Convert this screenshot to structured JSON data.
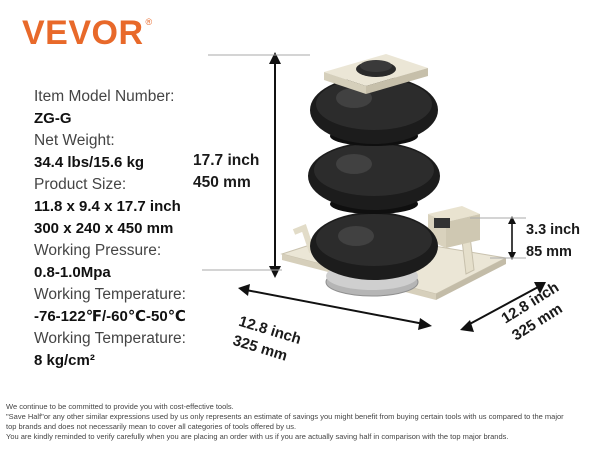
{
  "brand": {
    "name": "VEVOR",
    "mark": "®",
    "color": "#e8692a"
  },
  "specs": [
    {
      "label": "Item Model Number:",
      "value": "ZG-G"
    },
    {
      "label": "Net Weight:",
      "value": "34.4 lbs/15.6 kg"
    },
    {
      "label": "Product Size:",
      "value": "11.8 x 9.4  x 17.7 inch"
    },
    {
      "label": "",
      "value": "300 x 240 x 450 mm"
    },
    {
      "label": "Working Pressure:",
      "value": "0.8-1.0Mpa"
    },
    {
      "label": "Working Temperature:",
      "value": "-76-122℉/-60℃-50℃"
    },
    {
      "label": "Working Temperature:",
      "value": "8 kg/cm²"
    }
  ],
  "dimensions": {
    "height": {
      "imperial": "17.7 inch",
      "metric": "450 mm"
    },
    "side": {
      "imperial": "3.3 inch",
      "metric": "85 mm"
    },
    "length": {
      "imperial": "12.8  inch",
      "metric": "325 mm"
    },
    "width": {
      "imperial": "12.8 inch",
      "metric": "325 mm"
    }
  },
  "footer": [
    "We continue to be committed to provide you with cost-effective tools.",
    "\"Save Half\"or any other similar expressions used by us only represents an estimate of savings you might benefit from buying certain tools with us compared to the major",
    "top brands and does not necessarily mean to cover all categories of tools offered by us.",
    "You are kindly reminded to verify carefully when you are placing an order with us if you are actually saving half in comparison with the top major brands."
  ]
}
